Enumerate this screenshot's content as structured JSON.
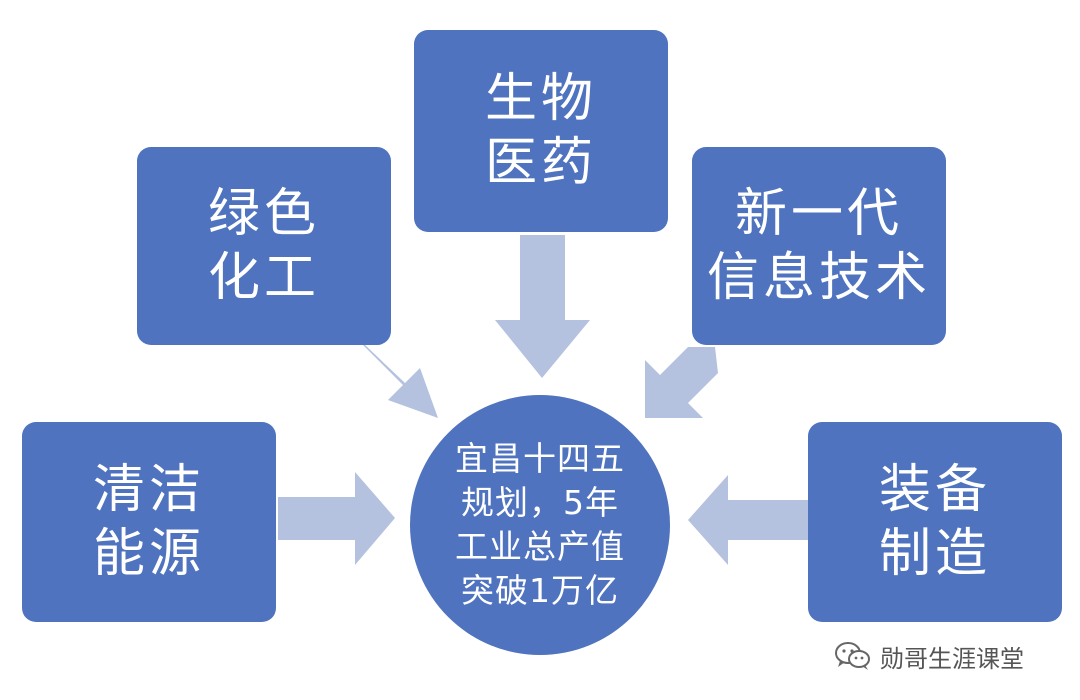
{
  "diagram": {
    "center": {
      "lines": [
        "宜昌十四五",
        "规划，5年",
        "工业总产值",
        "突破1万亿"
      ]
    },
    "boxes": {
      "bio": [
        "生物",
        "医药"
      ],
      "green": [
        "绿色",
        "化工"
      ],
      "it": [
        "新一代",
        "信息技术"
      ],
      "clean": [
        "清洁",
        "能源"
      ],
      "equip": [
        "装备",
        "制造"
      ]
    }
  },
  "watermark": {
    "text": "勋哥生涯课堂",
    "icon": "wechat-icon"
  },
  "colors": {
    "box": "#4f73be",
    "arrow": "#b4c2df",
    "text": "#ffffff"
  }
}
